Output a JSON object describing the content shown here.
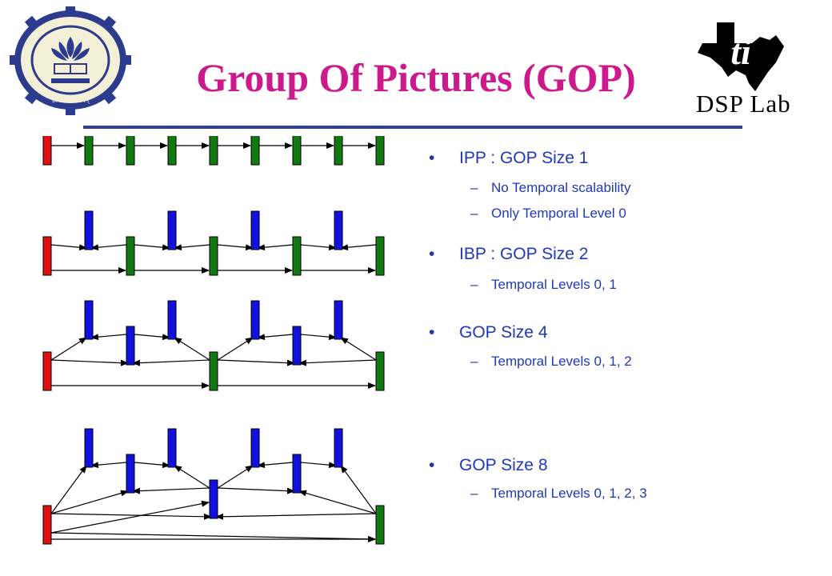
{
  "title": "Group Of Pictures (GOP)",
  "logos": {
    "left": "iit-bombay-seal-icon",
    "left_motto": "ज्ञानं परमं ध्येयम्",
    "right": "texas-instruments-logo-icon",
    "right_label": "DSP Lab"
  },
  "colors": {
    "title": "#cc1a8c",
    "text": "#2037b8",
    "rule": "#2e3d9e",
    "i_frame": "#e01010",
    "p_frame": "#107a10",
    "b_frame": "#1010e0"
  },
  "bullets": [
    {
      "label": "IPP : GOP Size 1",
      "subs": [
        "No Temporal scalability",
        "Only Temporal Level 0"
      ]
    },
    {
      "label": "IBP : GOP Size 2",
      "subs": [
        "Temporal Levels 0, 1"
      ]
    },
    {
      "label": "GOP Size 4",
      "subs": [
        "Temporal Levels 0, 1, 2"
      ]
    },
    {
      "label": "GOP Size 8",
      "subs": [
        "Temporal Levels 0, 1, 2, 3"
      ]
    }
  ],
  "diagrams": [
    {
      "name": "gop-size-1",
      "gop": 1,
      "frames": 9
    },
    {
      "name": "gop-size-2",
      "gop": 2,
      "frames": 9
    },
    {
      "name": "gop-size-4",
      "gop": 4,
      "frames": 9
    },
    {
      "name": "gop-size-8",
      "gop": 8,
      "frames": 9
    }
  ]
}
